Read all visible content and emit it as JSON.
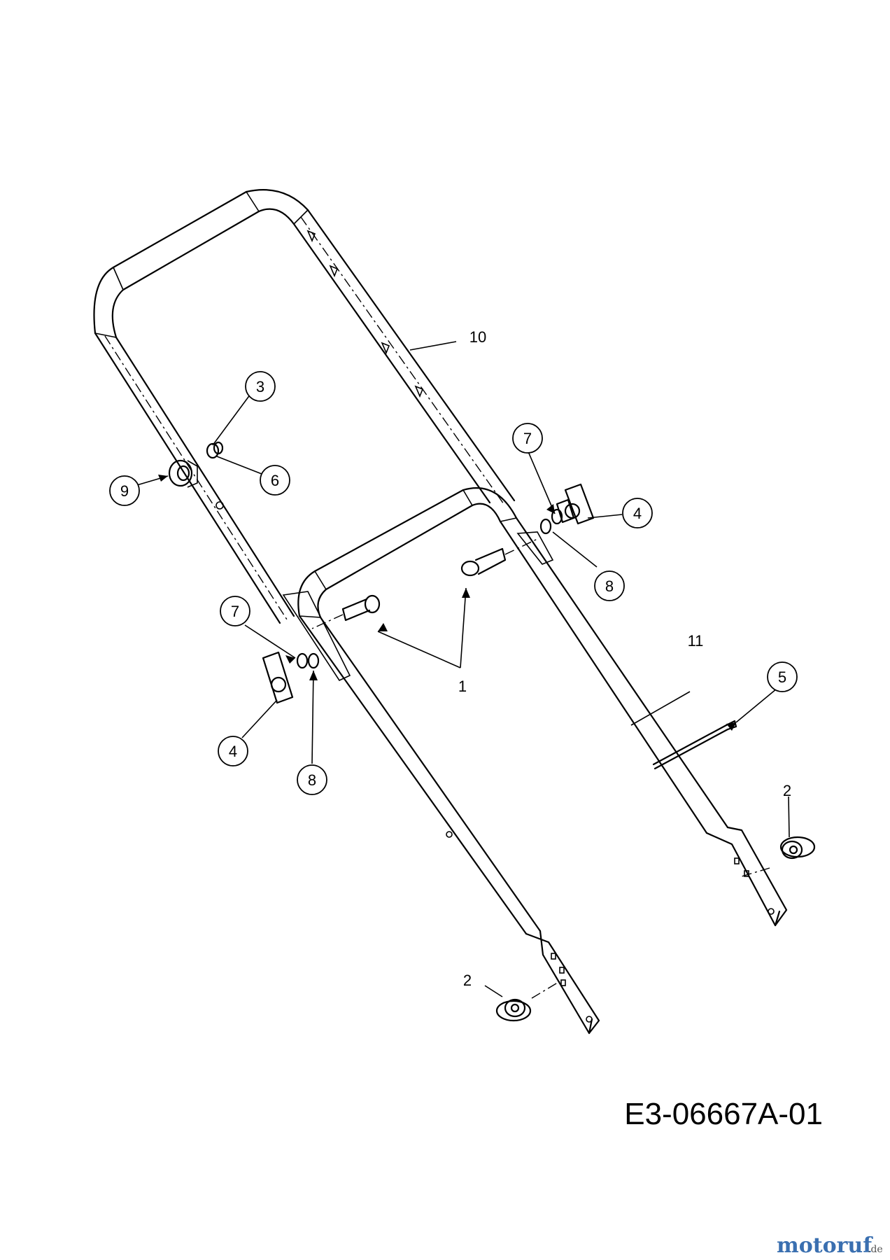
{
  "callouts": {
    "c1": "1",
    "c2a": "2",
    "c2b": "2",
    "c3": "3",
    "c4a": "4",
    "c4b": "4",
    "c5": "5",
    "c6": "6",
    "c7a": "7",
    "c7b": "7",
    "c8a": "8",
    "c8b": "8",
    "c9": "9",
    "c10": "10",
    "c11": "11"
  },
  "drawing_code": "E3-06667A-01",
  "watermark": {
    "brand": "motoruf",
    "tld": ".de"
  },
  "colors": {
    "line": "#000000",
    "background": "#ffffff"
  }
}
